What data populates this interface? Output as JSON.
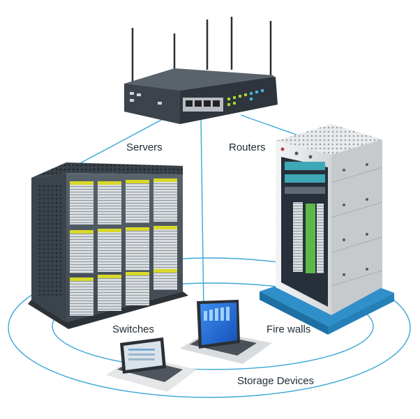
{
  "labels": {
    "servers": "Servers",
    "routers": "Routers",
    "switches": "Switches",
    "firewalls": "Fire walls",
    "storage": "Storage Devices"
  },
  "colors": {
    "link": "#3aa7d6",
    "server_body": "#4a5560",
    "server_accent": "#d8d82a",
    "router_body": "#3c434b",
    "cabinet_body": "#e4e6e8",
    "cabinet_base": "#2f8fc9",
    "screen": "#1f6fd6",
    "rack_green": "#5db84a"
  },
  "icons": [
    "router-icon",
    "server-rack-icon",
    "firewall-cabinet-icon",
    "laptop-icon",
    "laptop-icon"
  ]
}
